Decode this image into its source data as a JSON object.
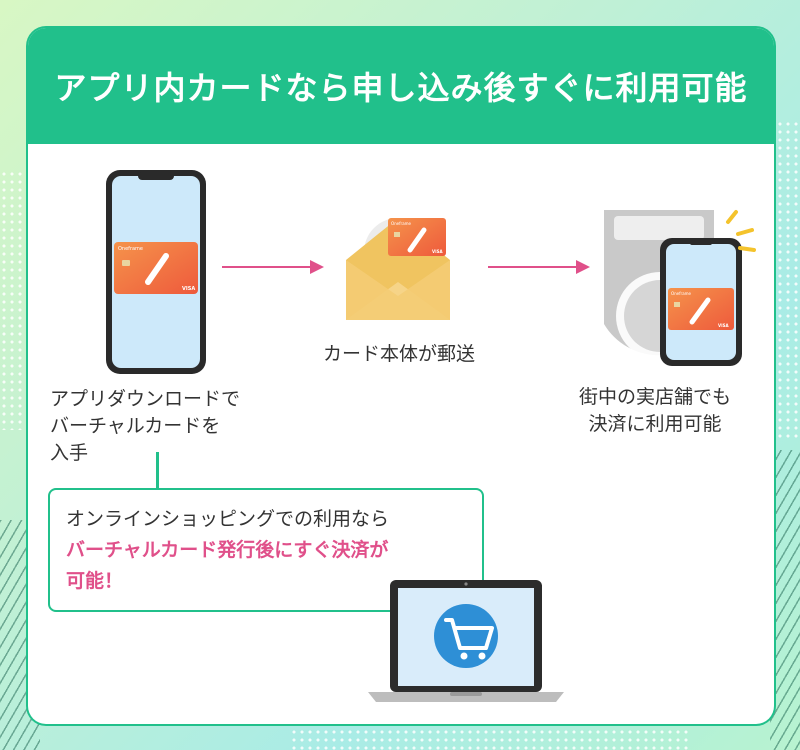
{
  "title": "アプリ内カードなら申し込み後すぐに利用可能",
  "step1": {
    "lines": [
      "アプリダウンロードで",
      "バーチャルカードを",
      "入手"
    ]
  },
  "step2": {
    "label": "カード本体が郵送"
  },
  "step3": {
    "lines": [
      "街中の実店舗でも",
      "決済に利用可能"
    ]
  },
  "note": {
    "line1": "オンラインショッピングでの利用なら",
    "line2": "バーチャルカード発行後にすぐ決済が",
    "line3": "可能！"
  },
  "card": {
    "brand": "Oneframe",
    "network": "VISA"
  },
  "colors": {
    "accent": "#21c08b",
    "highlight": "#e0508a",
    "arrow": "#e0508a"
  }
}
